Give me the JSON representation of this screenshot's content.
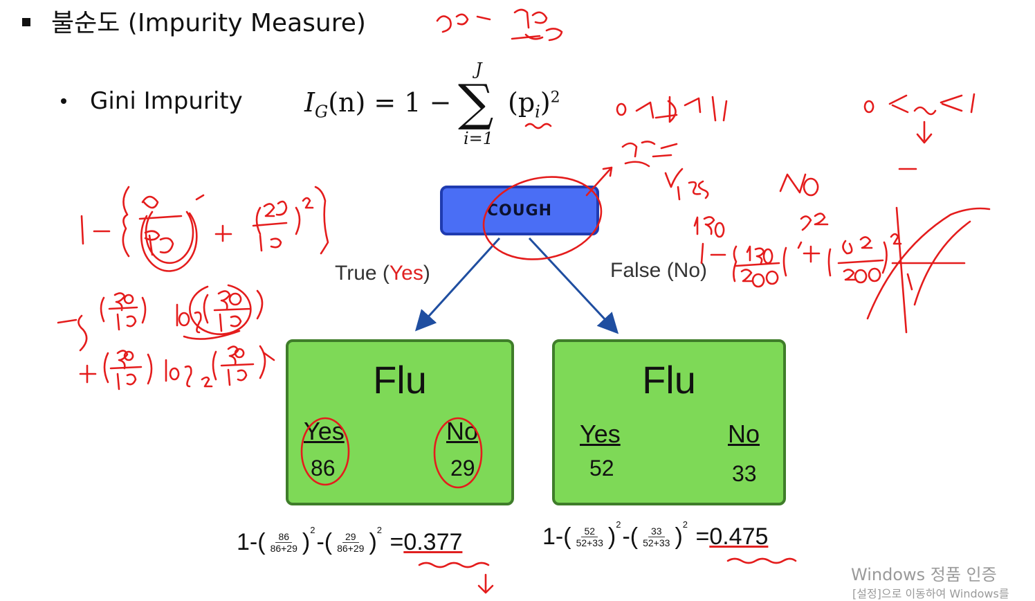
{
  "heading": {
    "text": "불순도 (Impurity Measure)"
  },
  "bullet": {
    "text": "Gini Impurity"
  },
  "formula": {
    "lhs": "I",
    "lhs_sub": "G",
    "lhs_arg": "(n) = 1 −",
    "sum_upper": "J",
    "sum_lower": "i=1",
    "summand": "(p",
    "summand_sub": "i",
    "summand_close": ")",
    "summand_exp": "2"
  },
  "tree": {
    "root": {
      "label": "COUGH"
    },
    "edge_true": {
      "label": "True (",
      "label_highlight": "Yes",
      "label_close": ")"
    },
    "edge_false": {
      "label": "False (No)"
    },
    "left": {
      "title": "Flu",
      "yes_label": "Yes",
      "no_label": "No",
      "yes_value": "86",
      "no_value": "29"
    },
    "right": {
      "title": "Flu",
      "yes_label": "Yes",
      "no_label": "No",
      "yes_value": "52",
      "no_value": "33"
    }
  },
  "calc_left": {
    "prefix": "1-",
    "n1": "86",
    "d1": "86+29",
    "n2": "29",
    "d2": "86+29",
    "exp": "2",
    "result": "0.377"
  },
  "calc_right": {
    "prefix": "1-",
    "n1": "52",
    "d1": "52+33",
    "n2": "33",
    "d2": "52+33",
    "exp": "2",
    "result": "0.475"
  },
  "watermark": {
    "line1": "Windows 정품 인증",
    "line2": "[설정]으로 이동하여 Windows를"
  },
  "colors": {
    "root_fill": "#4a6ef5",
    "leaf_fill": "#7ed957",
    "arrow": "#1f4ea0",
    "ink": "#e41c1c"
  }
}
